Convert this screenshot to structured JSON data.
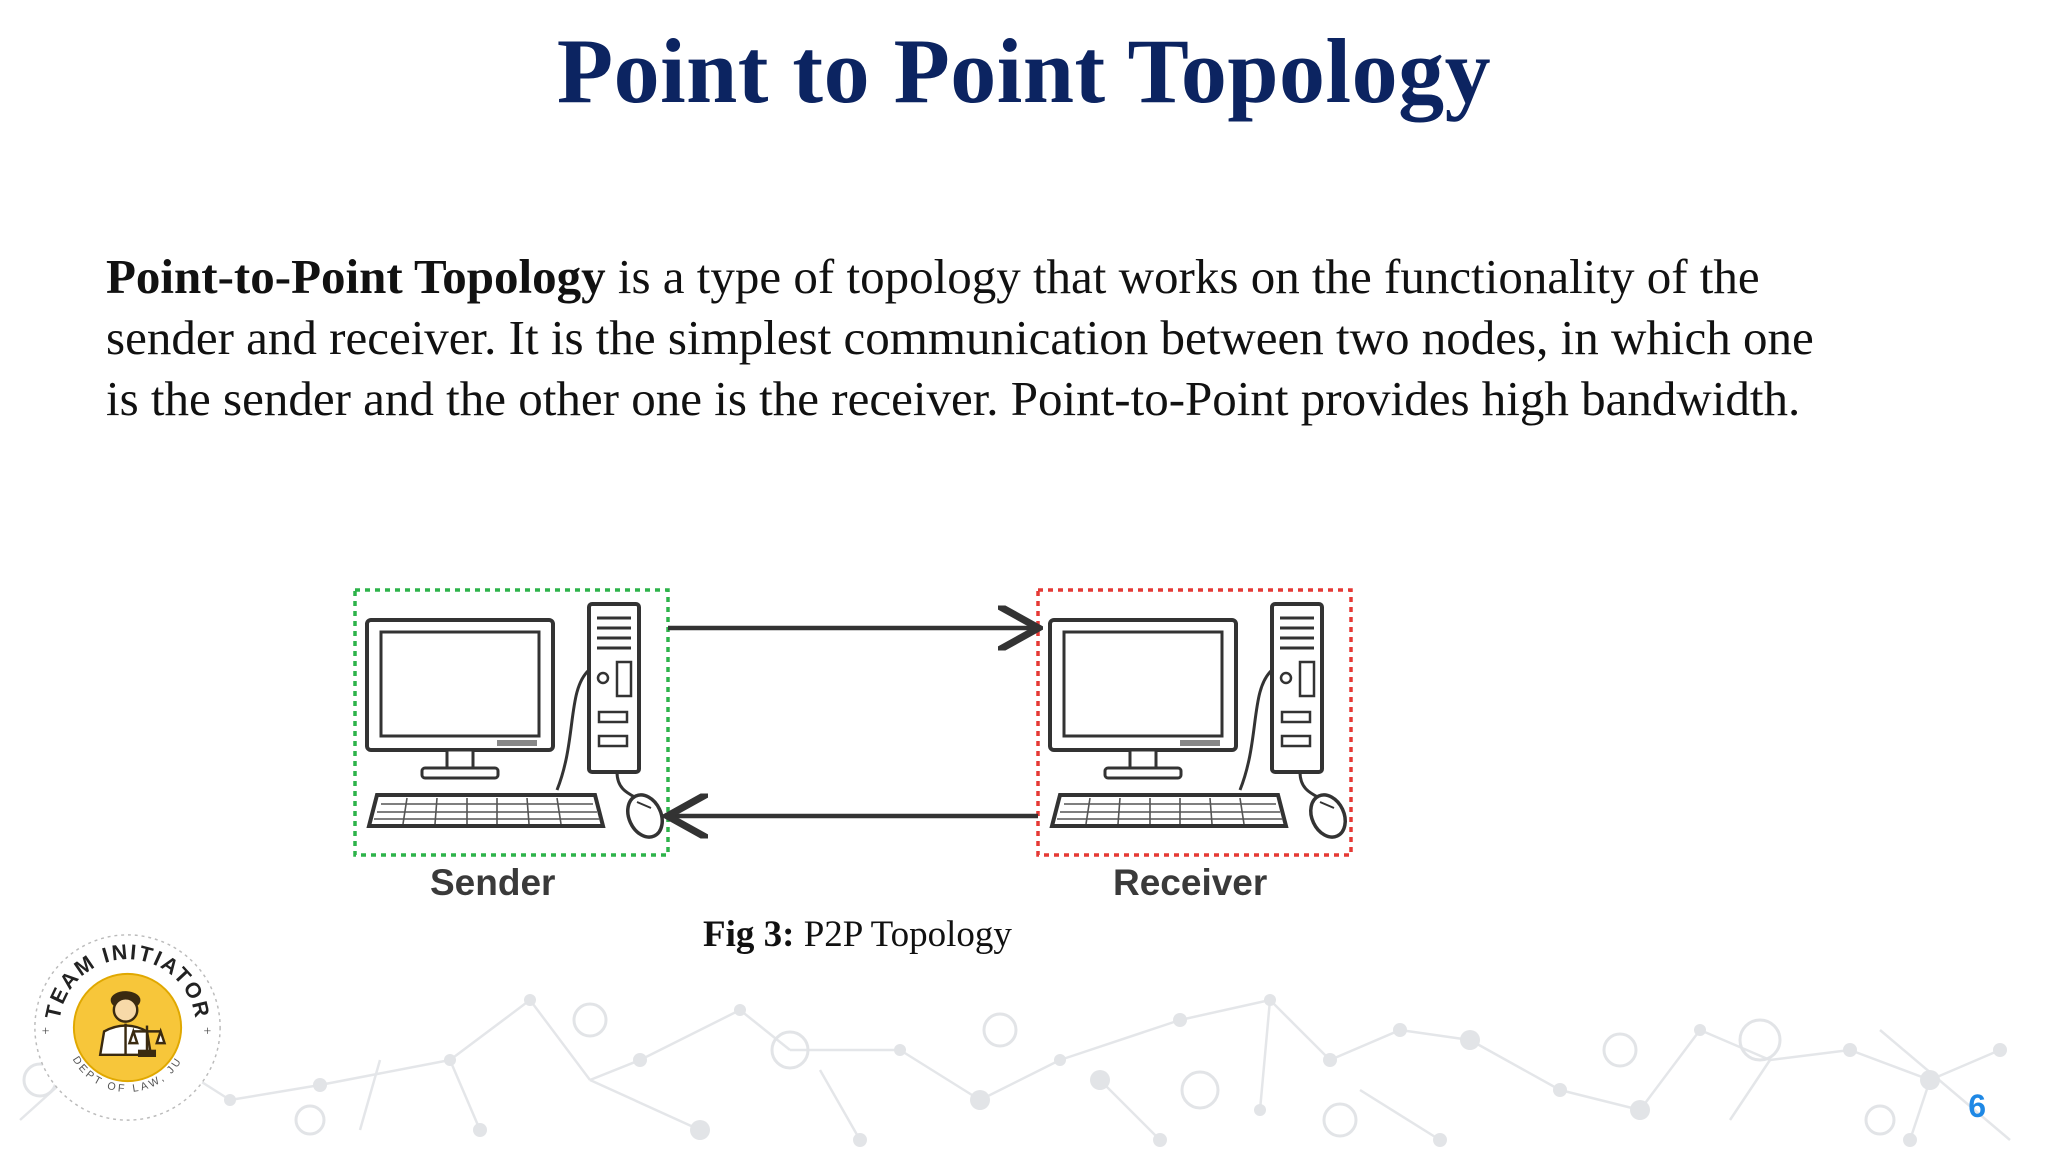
{
  "slide": {
    "title": "Point to Point Topology",
    "body": {
      "bold_term": "Point-to-Point Topology",
      "line1_rest": " is a type of topology that works on the functionality of the",
      "line2": "sender and receiver. It is the simplest communication between two nodes, in which one",
      "line3": "is the sender and the other one is the receiver. Point-to-Point provides high bandwidth."
    },
    "figure": {
      "sender_label": "Sender",
      "receiver_label": "Receiver",
      "caption_bold": "Fig 3:",
      "caption_text": " P2P Topology",
      "colors": {
        "sender_border": "#2db34a",
        "receiver_border": "#e53935",
        "arrow": "#333333"
      }
    },
    "logo": {
      "top_text": "TEAM INITIATOR",
      "bottom_text": "DEPT OF LAW, JU",
      "icon": "lawyer-scales-icon"
    },
    "page_number": "6",
    "colors": {
      "title": "#0c2461",
      "page_number": "#1e88e5"
    }
  }
}
